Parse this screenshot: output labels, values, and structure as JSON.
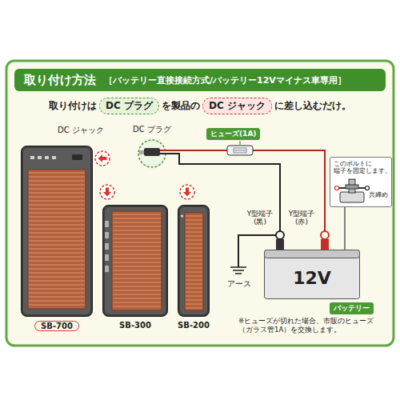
{
  "diagram": {
    "title": "取り付け方法",
    "nodes": [
      {
        "text": [
          "DC プラグ"
        ]
      },
      {
        "text": [
          "DC ジャック"
        ]
      },
      {
        "text": [
          "ヒューズ(1A)"
        ]
      },
      {
        "text": [
          "SB-700"
        ]
      },
      {
        "text": [
          "SB-300"
        ]
      },
      {
        "text": [
          "SB-200"
        ]
      },
      {
        "text": [
          "このボルトに 端子を固定します。",
          "共締め"
        ]
      },
      {
        "text": [
          "12V"
        ]
      },
      {
        "text": [
          "バッテリー"
        ]
      }
    ],
    "edges": [
      {
        "from": 6,
        "to": 7,
        "arrow": "none"
      }
    ],
    "labels": [
      "［バッテリー直接接続方式/バッテリー12Vマイナス車専用］",
      "取り付けは",
      "を製品の",
      "に差し込むだけ。",
      "DC ジャック",
      "DC プラグ",
      "Y型端子 (黒)",
      "Y型端子 (赤)",
      "アース",
      "※ヒューズが切れた場合、市販のヒューズ （ガラス管1A）を交換します。"
    ]
  }
}
